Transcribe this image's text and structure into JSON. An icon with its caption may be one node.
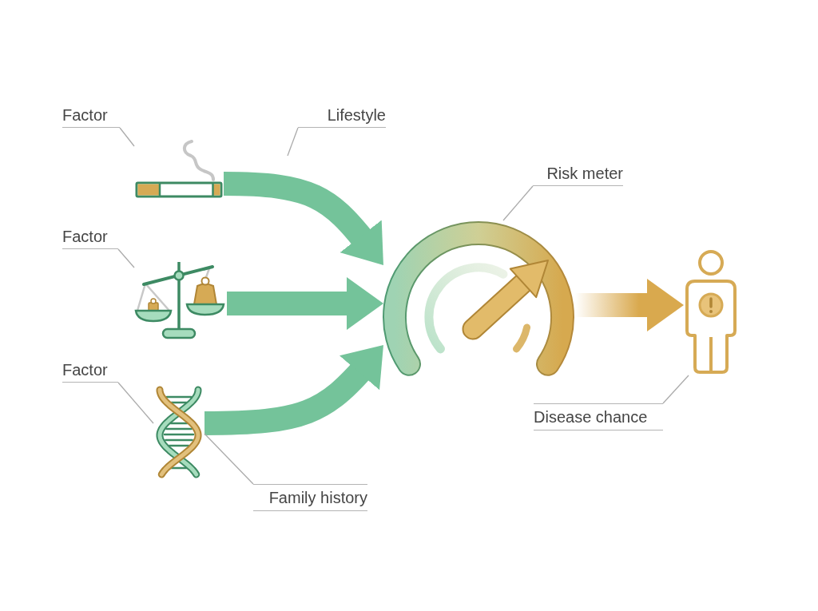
{
  "diagram": {
    "nodes": [
      {
        "text": [
          "Factor"
        ]
      },
      {
        "text": [
          "Lifestyle"
        ]
      },
      {
        "text": [],
        "shape": "picture"
      },
      {
        "text": [
          "Risk meter"
        ]
      },
      {
        "text": [
          "Factor"
        ]
      },
      {
        "text": [],
        "shape": "picture"
      },
      {
        "text": [],
        "shape": "picture"
      },
      {
        "text": [],
        "shape": "picture"
      },
      {
        "text": [
          "Factor"
        ]
      },
      {
        "text": [],
        "shape": "picture"
      },
      {
        "text": [
          "Disease chance"
        ]
      },
      {
        "text": [
          "Family history"
        ]
      }
    ],
    "edges": [
      {
        "from": 2,
        "to": 6,
        "arrow": "to",
        "style": "thick",
        "color": "#74c39a"
      },
      {
        "from": 5,
        "to": 6,
        "arrow": "to",
        "style": "thick",
        "color": "#74c39a"
      },
      {
        "from": 9,
        "to": 6,
        "arrow": "to",
        "style": "thick",
        "color": "#74c39a"
      },
      {
        "from": 6,
        "to": 7,
        "arrow": "to",
        "style": "thick",
        "color": "#d9a94e"
      },
      {
        "from": 0,
        "to": 2,
        "arrow": "none"
      },
      {
        "from": 1,
        "to": null,
        "arrow": "none"
      },
      {
        "from": 4,
        "to": 5,
        "arrow": "none"
      },
      {
        "from": 8,
        "to": 9,
        "arrow": "none"
      },
      {
        "from": 11,
        "to": 9,
        "arrow": "none"
      },
      {
        "from": 3,
        "to": 6,
        "arrow": "none"
      },
      {
        "from": 10,
        "to": 7,
        "arrow": "none"
      }
    ]
  }
}
